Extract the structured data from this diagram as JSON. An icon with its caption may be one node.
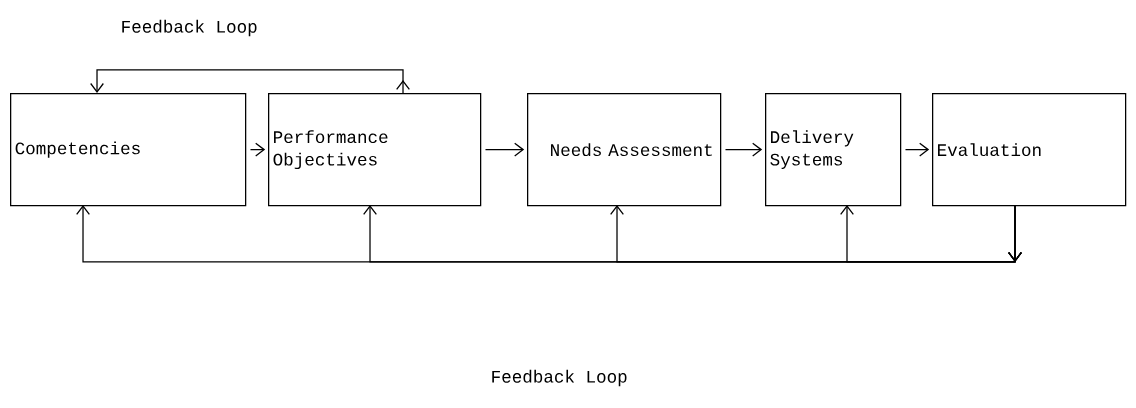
{
  "diagram": {
    "nodes": [
      {
        "text": [
          "Competencies"
        ]
      },
      {
        "text": [
          "Performance Objectives"
        ]
      },
      {
        "text": [
          "Needs Assessment"
        ]
      },
      {
        "text": [
          "Delivery Systems"
        ]
      },
      {
        "text": [
          "Evaluation"
        ]
      }
    ],
    "edges": [
      {
        "from": 0,
        "to": 1,
        "arrow": "to"
      },
      {
        "from": 1,
        "to": 2,
        "arrow": "to"
      },
      {
        "from": 2,
        "to": 3,
        "arrow": "to"
      },
      {
        "from": 3,
        "to": 4,
        "arrow": "to"
      },
      {
        "from": 1,
        "to": 0,
        "arrow": "to"
      },
      {
        "from": 4,
        "to": 0,
        "arrow": "to"
      },
      {
        "from": 4,
        "to": 1,
        "arrow": "to"
      },
      {
        "from": 4,
        "to": 2,
        "arrow": "to"
      },
      {
        "from": 4,
        "to": 3,
        "arrow": "to"
      }
    ],
    "labels": [
      "Feedback Loop",
      "Feedback Loop"
    ]
  }
}
